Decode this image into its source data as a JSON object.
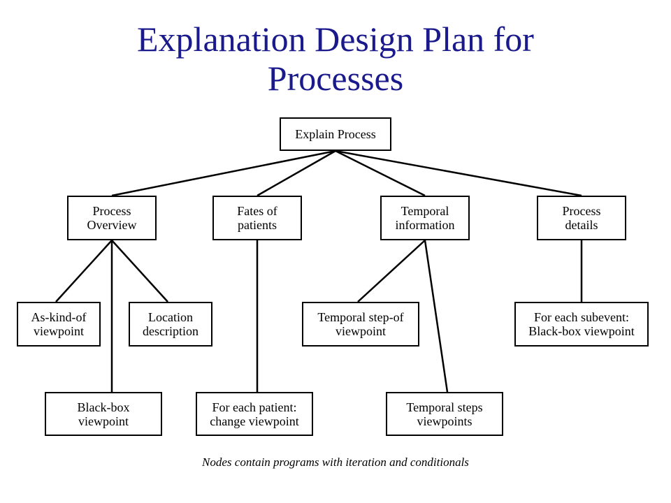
{
  "title": {
    "line1": "Explanation Design Plan for",
    "line2": "Processes"
  },
  "nodes": {
    "root": {
      "lines": [
        "Explain Process"
      ]
    },
    "process_overview": {
      "lines": [
        "Process",
        "Overview"
      ]
    },
    "fates_of_patients": {
      "lines": [
        "Fates of",
        "patients"
      ]
    },
    "temporal_information": {
      "lines": [
        "Temporal",
        "information"
      ]
    },
    "process_details": {
      "lines": [
        "Process",
        "details"
      ]
    },
    "as_kind_of": {
      "lines": [
        "As-kind-of",
        "viewpoint"
      ]
    },
    "location_description": {
      "lines": [
        "Location",
        "description"
      ]
    },
    "temporal_step_of": {
      "lines": [
        "Temporal step-of",
        "viewpoint"
      ]
    },
    "for_each_subevent": {
      "lines": [
        "For each subevent:",
        "Black-box viewpoint"
      ]
    },
    "black_box": {
      "lines": [
        "Black-box",
        "viewpoint"
      ]
    },
    "for_each_patient": {
      "lines": [
        "For each patient:",
        "change viewpoint"
      ]
    },
    "temporal_steps": {
      "lines": [
        "Temporal steps",
        "viewpoints"
      ]
    }
  },
  "caption": "Nodes contain programs with iteration and conditionals"
}
